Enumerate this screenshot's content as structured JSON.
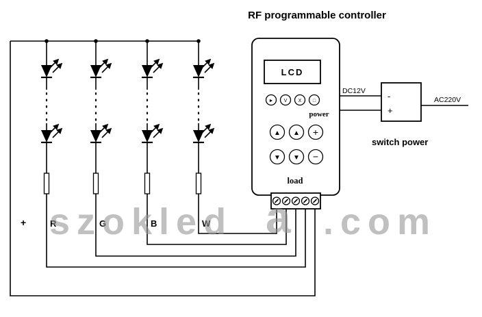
{
  "title": "RF programmable controller",
  "controller": {
    "lcd": "LCD",
    "power_label": "power",
    "load_label": "load",
    "small_buttons": {
      "b1": "►",
      "b2": "V",
      "b3": "X",
      "b4": "□"
    },
    "buttons": {
      "up": "▲",
      "down": "▼",
      "plus": "+",
      "minus": "−"
    }
  },
  "power_supply": {
    "dc_input_label": "DC12V",
    "ac_input_label": "AC220V",
    "terminal_minus": "-",
    "terminal_plus": "+",
    "caption": "switch power"
  },
  "led_array": {
    "plus_label": "+",
    "channels": [
      "R",
      "G",
      "B",
      "W"
    ]
  },
  "watermark": {
    "part1": "szokled",
    "part2": "a",
    "part3": ".com"
  }
}
